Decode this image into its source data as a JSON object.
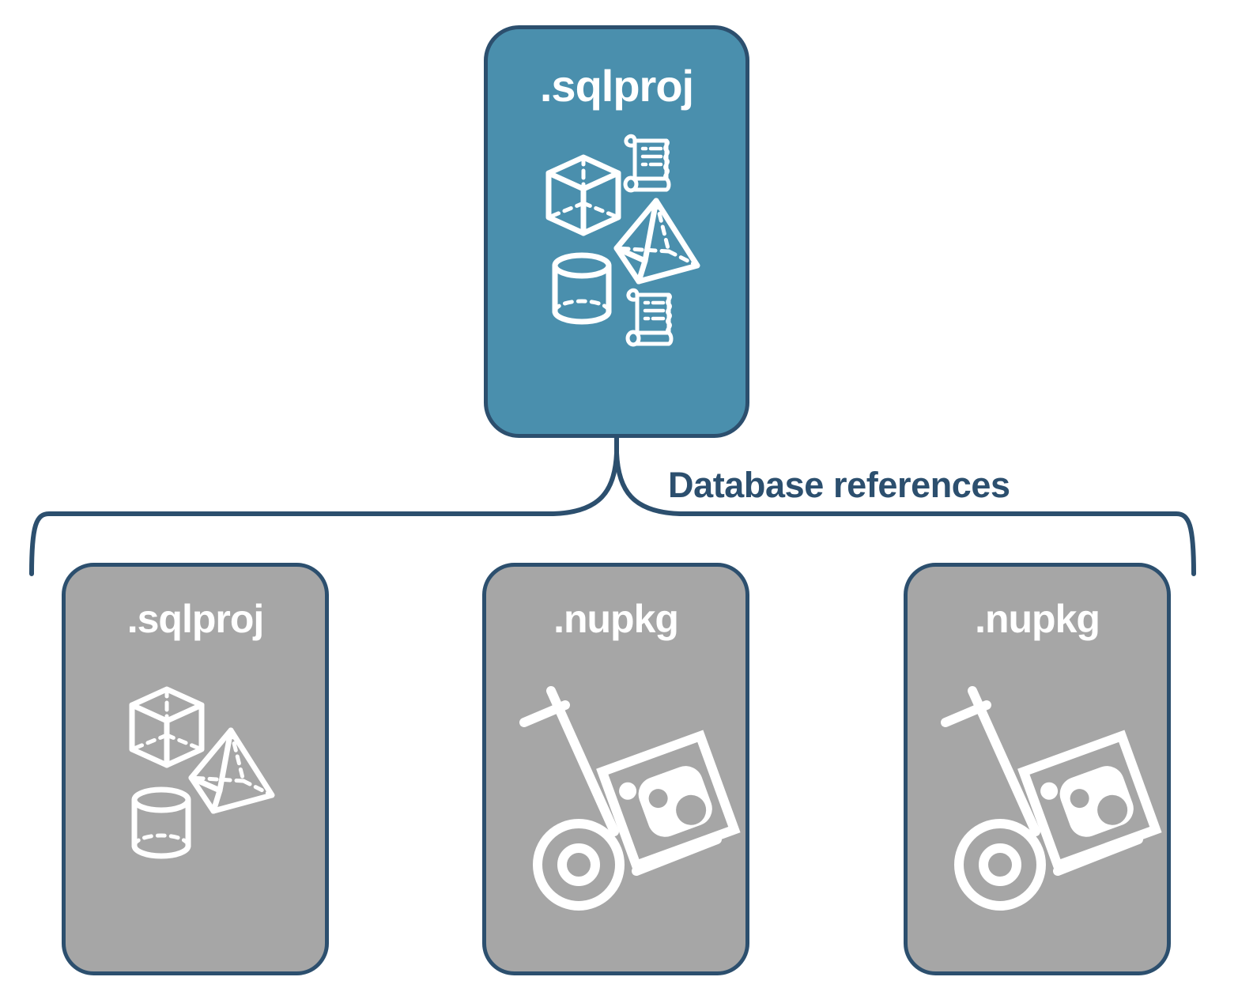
{
  "diagram": {
    "title_top": ".sqlproj",
    "relationship_label": "Database references",
    "colors": {
      "primary_card_fill": "#4a8fad",
      "reference_card_fill": "#a6a6a6",
      "stroke": "#2c4f6e",
      "icon": "#ffffff",
      "label_text": "#2c4f6e",
      "background": "#ffffff"
    },
    "top_node": {
      "label": ".sqlproj",
      "kind": "sql-database-project",
      "icons": [
        "cube-icon",
        "script-scroll-icon",
        "pyramid-icon",
        "cylinder-icon",
        "script-scroll-icon"
      ]
    },
    "references": [
      {
        "label": ".sqlproj",
        "kind": "sql-database-project",
        "icons": [
          "cube-icon",
          "pyramid-icon",
          "cylinder-icon"
        ]
      },
      {
        "label": ".nupkg",
        "kind": "nuget-package",
        "icons": [
          "hand-truck-package-icon"
        ]
      },
      {
        "label": ".nupkg",
        "kind": "nuget-package",
        "icons": [
          "hand-truck-package-icon"
        ]
      }
    ]
  }
}
